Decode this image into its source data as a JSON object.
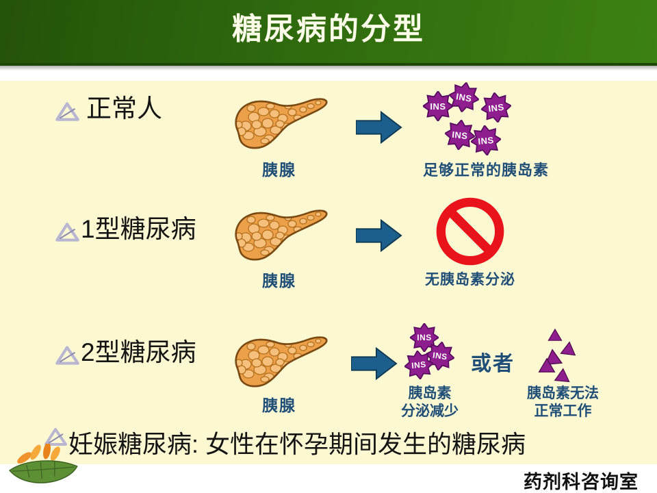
{
  "slide_title": "糖尿病的分型",
  "footer_credit": "药剂科咨询室",
  "ins_badge": "INS",
  "rows": {
    "normal": {
      "label": "正常人",
      "organ_label": "胰腺",
      "result_label": "足够正常的胰岛素"
    },
    "type1": {
      "label": "1型糖尿病",
      "organ_label": "胰腺",
      "result_label": "无胰岛素分泌"
    },
    "type2": {
      "label": "2型糖尿病",
      "organ_label": "胰腺",
      "result_line1": "胰岛素",
      "result_line2": "分泌减少",
      "or_label": "或者",
      "alt_line1": "胰岛素无法",
      "alt_line2": "正常工作"
    },
    "gestational": {
      "label": "妊娠糖尿病: 女性在怀孕期间发生的糖尿病"
    }
  },
  "colors": {
    "header_green_dark": "#24530a",
    "header_green_light": "#3c8113",
    "title_text": "#fdfce9",
    "panel_cream": "#fcf9d2",
    "star_purple": "#8e1d8e",
    "star_outline": "#55095f",
    "arrow_blue": "#1c5e8c",
    "label_blue": "#1f4e79",
    "prohibit_red": "#e8131b",
    "pancreas_orange": "#eda04a",
    "body_text": "#141414"
  }
}
